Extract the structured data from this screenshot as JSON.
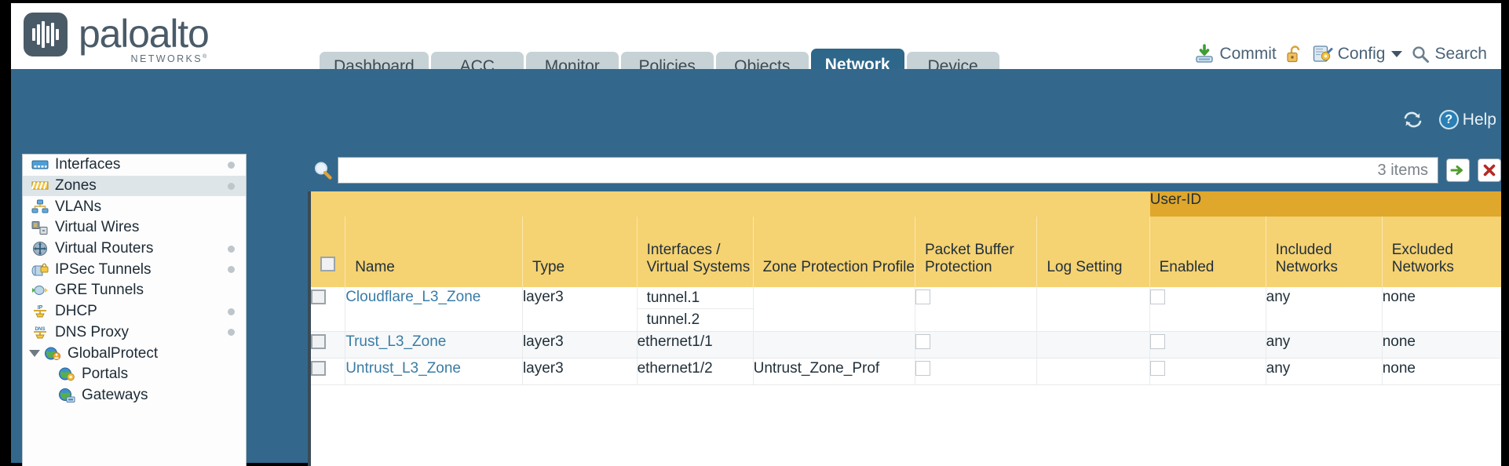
{
  "brand": {
    "name": "paloalto",
    "tagline": "NETWORKS",
    "registered": "®"
  },
  "nav": {
    "tabs": [
      {
        "label": "Dashboard",
        "active": false
      },
      {
        "label": "ACC",
        "active": false
      },
      {
        "label": "Monitor",
        "active": false
      },
      {
        "label": "Policies",
        "active": false
      },
      {
        "label": "Objects",
        "active": false
      },
      {
        "label": "Network",
        "active": true
      },
      {
        "label": "Device",
        "active": false
      }
    ]
  },
  "header_actions": {
    "commit": "Commit",
    "lock_icon": "lock-icon",
    "config": "Config",
    "search": "Search"
  },
  "toolbar": {
    "refresh_icon": "refresh-icon",
    "help": "Help"
  },
  "search": {
    "icon": "magnifier-icon",
    "value": "",
    "placeholder": "",
    "item_count": "3 items",
    "apply_icon": "green-arrow-icon",
    "clear_icon": "red-x-icon"
  },
  "sidebar": {
    "items": [
      {
        "label": "Interfaces",
        "icon": "interfaces-icon",
        "selected": false,
        "dot": true,
        "child": false,
        "expandable": false
      },
      {
        "label": "Zones",
        "icon": "zones-icon",
        "selected": true,
        "dot": true,
        "child": false,
        "expandable": false
      },
      {
        "label": "VLANs",
        "icon": "vlans-icon",
        "selected": false,
        "dot": false,
        "child": false,
        "expandable": false
      },
      {
        "label": "Virtual Wires",
        "icon": "virtual-wires-icon",
        "selected": false,
        "dot": false,
        "child": false,
        "expandable": false
      },
      {
        "label": "Virtual Routers",
        "icon": "virtual-routers-icon",
        "selected": false,
        "dot": true,
        "child": false,
        "expandable": false
      },
      {
        "label": "IPSec Tunnels",
        "icon": "ipsec-tunnels-icon",
        "selected": false,
        "dot": true,
        "child": false,
        "expandable": false
      },
      {
        "label": "GRE Tunnels",
        "icon": "gre-tunnels-icon",
        "selected": false,
        "dot": false,
        "child": false,
        "expandable": false
      },
      {
        "label": "DHCP",
        "icon": "dhcp-icon",
        "selected": false,
        "dot": true,
        "child": false,
        "expandable": false
      },
      {
        "label": "DNS Proxy",
        "icon": "dns-proxy-icon",
        "selected": false,
        "dot": true,
        "child": false,
        "expandable": false
      },
      {
        "label": "GlobalProtect",
        "icon": "globalprotect-icon",
        "selected": false,
        "dot": false,
        "child": false,
        "expandable": true
      },
      {
        "label": "Portals",
        "icon": "portals-icon",
        "selected": false,
        "dot": false,
        "child": true,
        "expandable": false
      },
      {
        "label": "Gateways",
        "icon": "gateways-icon",
        "selected": false,
        "dot": false,
        "child": true,
        "expandable": false
      }
    ]
  },
  "table": {
    "group_header": "User-ID",
    "columns": [
      "Name",
      "Type",
      "Interfaces / Virtual Systems",
      "Zone Protection Profile",
      "Packet Buffer Protection",
      "Log Setting",
      "Enabled",
      "Included Networks",
      "Excluded Networks"
    ],
    "rows": [
      {
        "name": "Cloudflare_L3_Zone",
        "type": "layer3",
        "interfaces": [
          "tunnel.1",
          "tunnel.2"
        ],
        "zone_protection_profile": "",
        "packet_buffer_protection": false,
        "log_setting": "",
        "userid_enabled": false,
        "included_networks": "any",
        "excluded_networks": "none"
      },
      {
        "name": "Trust_L3_Zone",
        "type": "layer3",
        "interfaces": [
          "ethernet1/1"
        ],
        "zone_protection_profile": "",
        "packet_buffer_protection": false,
        "log_setting": "",
        "userid_enabled": false,
        "included_networks": "any",
        "excluded_networks": "none"
      },
      {
        "name": "Untrust_L3_Zone",
        "type": "layer3",
        "interfaces": [
          "ethernet1/2"
        ],
        "zone_protection_profile": "Untrust_Zone_Prof",
        "packet_buffer_protection": false,
        "log_setting": "",
        "userid_enabled": false,
        "included_networks": "any",
        "excluded_networks": "none"
      }
    ]
  },
  "colors": {
    "brand_slate": "#4a5b68",
    "nav_active": "#2e6789",
    "nav_inactive": "#c6d2d6",
    "body_blue": "#33688c",
    "table_header_gold": "#f5d272",
    "group_header_gold": "#dfa72c",
    "link_blue": "#3a7ca5"
  }
}
